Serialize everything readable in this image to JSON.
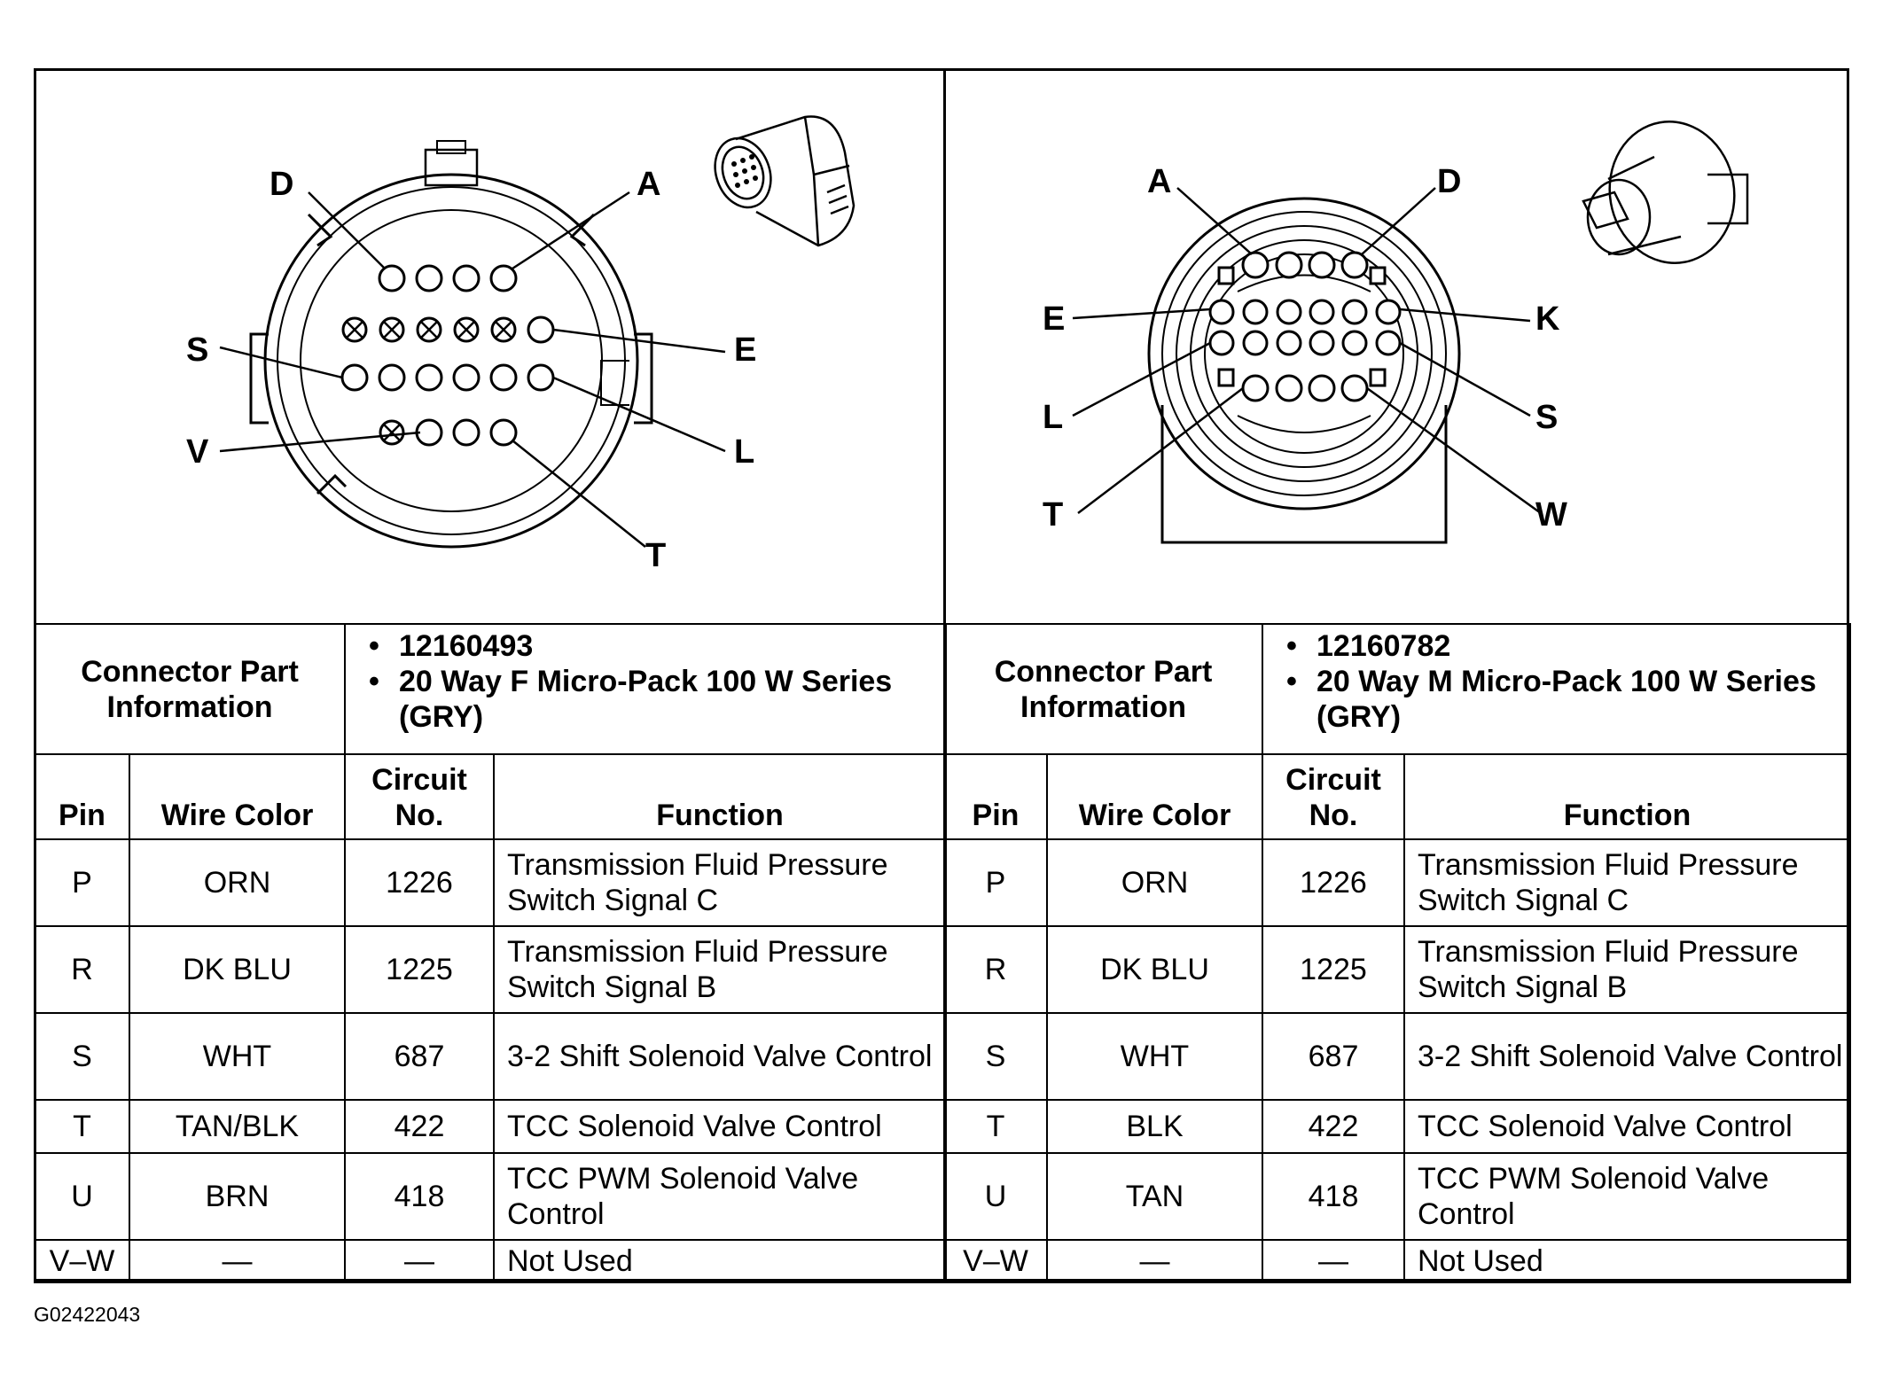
{
  "left_connector": {
    "pin_labels": {
      "D": "D",
      "A": "A",
      "S": "S",
      "E": "E",
      "V": "V",
      "L": "L",
      "T": "T"
    },
    "info_label": "Connector Part Information",
    "part_info": [
      "12160493",
      "20 Way F Micro-Pack 100 W Series (GRY)"
    ],
    "headers": {
      "pin": "Pin",
      "wire_color": "Wire Color",
      "circuit": "Circuit No.",
      "function": "Function"
    },
    "rows": [
      {
        "pin": "P",
        "wire_color": "ORN",
        "circuit": "1226",
        "function": "Transmission Fluid Pressure Switch Signal C"
      },
      {
        "pin": "R",
        "wire_color": "DK BLU",
        "circuit": "1225",
        "function": "Transmission Fluid Pressure Switch Signal B"
      },
      {
        "pin": "S",
        "wire_color": "WHT",
        "circuit": "687",
        "function": "3-2 Shift Solenoid Valve Control"
      },
      {
        "pin": "T",
        "wire_color": "TAN/BLK",
        "circuit": "422",
        "function": "TCC Solenoid Valve Control"
      },
      {
        "pin": "U",
        "wire_color": "BRN",
        "circuit": "418",
        "function": "TCC PWM Solenoid Valve Control"
      },
      {
        "pin": "V–W",
        "wire_color": "—",
        "circuit": "—",
        "function": "Not Used"
      }
    ]
  },
  "right_connector": {
    "pin_labels": {
      "A": "A",
      "D": "D",
      "E": "E",
      "K": "K",
      "L": "L",
      "S": "S",
      "T": "T",
      "W": "W"
    },
    "info_label": "Connector Part Information",
    "part_info": [
      "12160782",
      "20 Way M Micro-Pack 100 W Series (GRY)"
    ],
    "headers": {
      "pin": "Pin",
      "wire_color": "Wire Color",
      "circuit": "Circuit No.",
      "function": "Function"
    },
    "rows": [
      {
        "pin": "P",
        "wire_color": "ORN",
        "circuit": "1226",
        "function": "Transmission Fluid Pressure Switch Signal C"
      },
      {
        "pin": "R",
        "wire_color": "DK BLU",
        "circuit": "1225",
        "function": "Transmission Fluid Pressure Switch Signal B"
      },
      {
        "pin": "S",
        "wire_color": "WHT",
        "circuit": "687",
        "function": "3-2 Shift Solenoid Valve Control"
      },
      {
        "pin": "T",
        "wire_color": "BLK",
        "circuit": "422",
        "function": "TCC Solenoid Valve Control"
      },
      {
        "pin": "U",
        "wire_color": "TAN",
        "circuit": "418",
        "function": "TCC PWM Solenoid Valve Control"
      },
      {
        "pin": "V–W",
        "wire_color": "—",
        "circuit": "—",
        "function": "Not Used"
      }
    ]
  },
  "figure_id": "G02422043"
}
